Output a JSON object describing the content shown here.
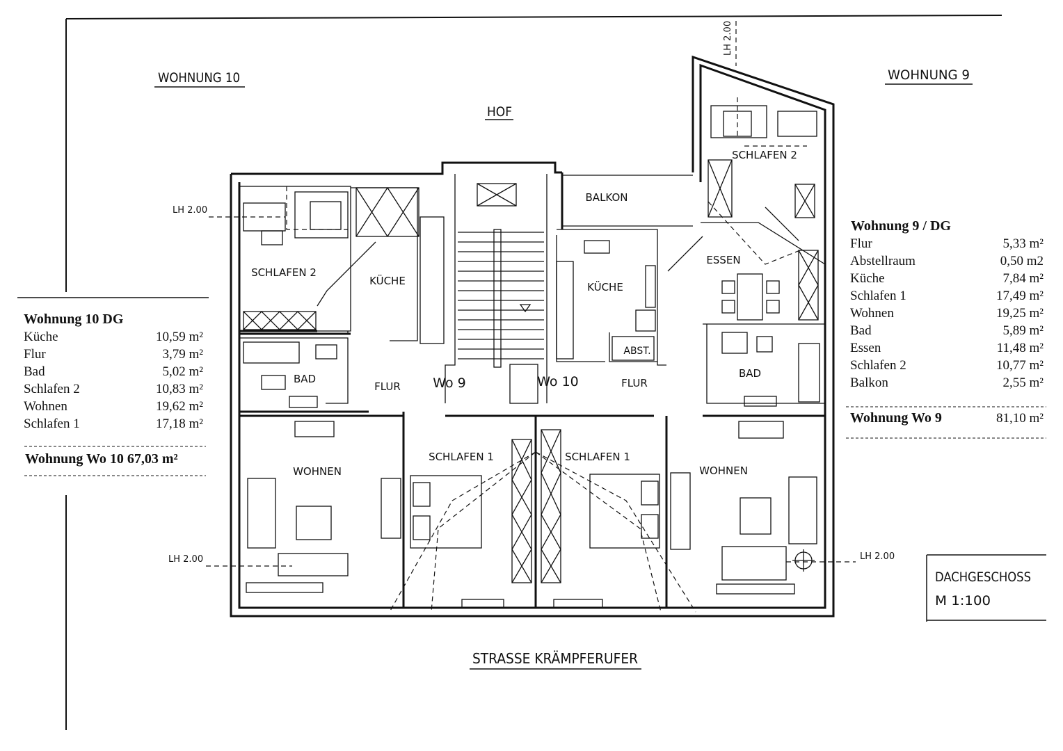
{
  "labels": {
    "apt10_title": "WOHNUNG 10",
    "apt9_title": "WOHNUNG 9",
    "courtyard": "HOF",
    "street": "STRASSE KRÄMPFERUFER",
    "balcony": "BALKON",
    "lh": "LH 2.00",
    "floor_name": "DACHGESCHOSS",
    "scale": "M 1:100"
  },
  "rooms": {
    "schlafen2_w10": "SCHLAFEN 2",
    "kueche_w10": "KÜCHE",
    "bad_w10": "BAD",
    "flur_w10": "FLUR",
    "wohnen_w10": "WOHNEN",
    "schlafen1_w10": "SCHLAFEN 1",
    "wo9": "Wo 9",
    "wo10": "Wo 10",
    "kueche_w9": "KÜCHE",
    "abst_w9": "ABST.",
    "flur_w9": "FLUR",
    "essen_w9": "ESSEN",
    "bad_w9": "BAD",
    "schlafen1_w9": "SCHLAFEN 1",
    "wohnen_w9": "WOHNEN",
    "schlafen2_w9": "SCHLAFEN 2"
  },
  "table_w10": {
    "title": "Wohnung 10 DG",
    "rows": [
      {
        "name": "Küche",
        "area": "10,59 m²"
      },
      {
        "name": "Flur",
        "area": "3,79 m²"
      },
      {
        "name": "Bad",
        "area": "5,02 m²"
      },
      {
        "name": "Schlafen 2",
        "area": "10,83 m²"
      },
      {
        "name": "Wohnen",
        "area": "19,62 m²"
      },
      {
        "name": "Schlafen 1",
        "area": "17,18 m²"
      }
    ],
    "total": "Wohnung Wo 10 67,03 m²"
  },
  "table_w9": {
    "title": "Wohnung 9 / DG",
    "rows": [
      {
        "name": "Flur",
        "area": "5,33 m²"
      },
      {
        "name": "Abstellraum",
        "area": "0,50 m2"
      },
      {
        "name": "Küche",
        "area": "7,84 m²"
      },
      {
        "name": "Schlafen 1",
        "area": "17,49 m²"
      },
      {
        "name": "Wohnen",
        "area": "19,25 m²"
      },
      {
        "name": "Bad",
        "area": "5,89 m²"
      },
      {
        "name": "Essen",
        "area": "11,48 m²"
      },
      {
        "name": "Schlafen 2",
        "area": "10,77 m²"
      },
      {
        "name": "Balkon",
        "area": "2,55 m²"
      }
    ],
    "total_label": "Wohnung Wo 9",
    "total_area": "81,10 m²"
  }
}
